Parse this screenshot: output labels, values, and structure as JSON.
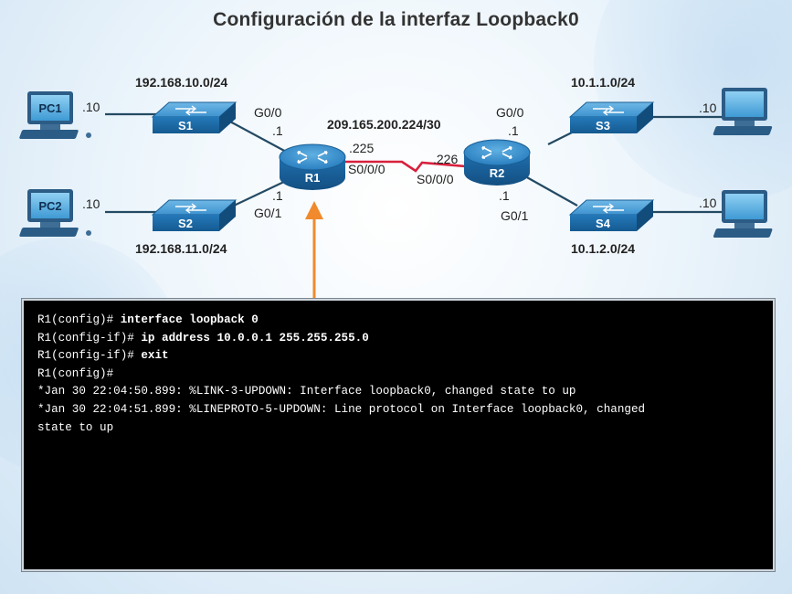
{
  "title": "Configuración de la interfaz Loopback0",
  "networks": {
    "lan_pc1": "192.168.10.0/24",
    "lan_pc2": "192.168.11.0/24",
    "wan": "209.165.200.224/30",
    "lan_s3": "10.1.1.0/24",
    "lan_s4": "10.1.2.0/24"
  },
  "devices": {
    "pc1": "PC1",
    "pc2": "PC2",
    "s1": "S1",
    "s2": "S2",
    "s3": "S3",
    "s4": "S4",
    "r1": "R1",
    "r2": "R2"
  },
  "interfaces": {
    "pc1_host": ".10",
    "pc2_host": ".10",
    "pc3_host": ".10",
    "pc4_host": ".10",
    "r1_g00": "G0/0",
    "r1_g00_ip": ".1",
    "r1_g01": "G0/1",
    "r1_g01_ip": ".1",
    "r1_s000": "S0/0/0",
    "r1_s000_ip": ".225",
    "r2_s000": "S0/0/0",
    "r2_s000_ip": ".226",
    "r2_g00": "G0/0",
    "r2_g00_ip": ".1",
    "r2_g01": "G0/1",
    "r2_g01_ip": ".1"
  },
  "colors": {
    "serial_link": "#d8203c",
    "pointer_arrow": "#f08a2c",
    "device_blue": "#1d78b8"
  },
  "terminal": [
    {
      "prompt": "R1(config)# ",
      "cmd": "interface loopback 0"
    },
    {
      "prompt": "R1(config-if)# ",
      "cmd": "ip address 10.0.0.1 255.255.255.0"
    },
    {
      "prompt": "R1(config-if)# ",
      "cmd": "exit"
    },
    {
      "prompt": "R1(config)#",
      "cmd": ""
    },
    {
      "prompt": "*Jan 30 22:04:50.899: %LINK-3-UPDOWN: Interface loopback0, changed state to up",
      "cmd": ""
    },
    {
      "prompt": "*Jan 30 22:04:51.899: %LINEPROTO-5-UPDOWN: Line protocol on Interface loopback0, changed",
      "cmd": ""
    },
    {
      "prompt": "state to up",
      "cmd": ""
    }
  ]
}
